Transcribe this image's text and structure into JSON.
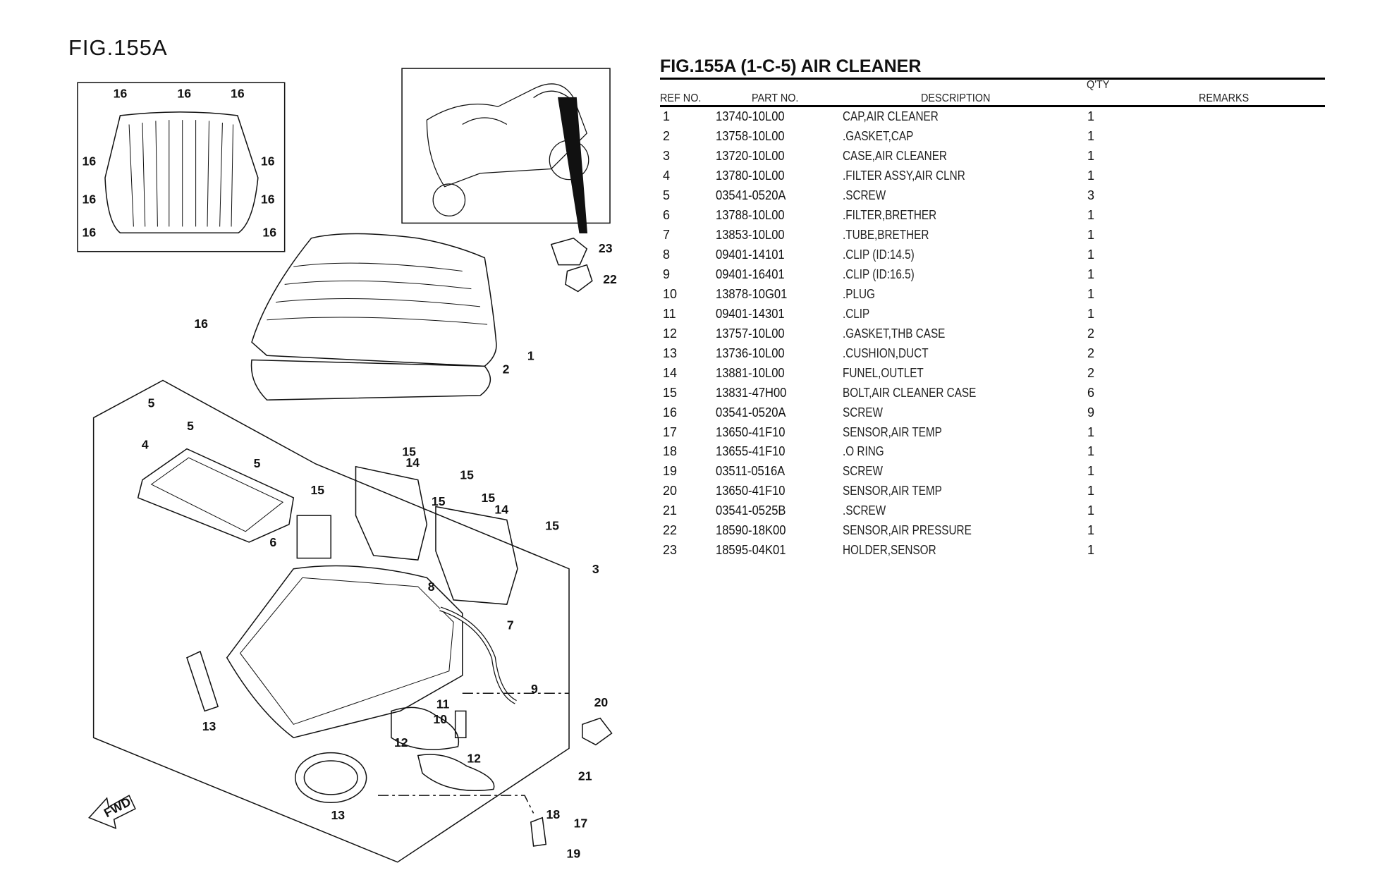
{
  "figure_label": "FIG.155A",
  "table": {
    "title": "FIG.155A (1-C-5) AIR CLEANER",
    "headers": {
      "ref": "REF NO.",
      "part": "PART NO.",
      "description": "DESCRIPTION",
      "qty": "Q'TY",
      "remarks": "REMARKS"
    },
    "rows": [
      {
        "ref": "1",
        "part": "13740-10L00",
        "desc": "CAP,AIR CLEANER",
        "qty": "1"
      },
      {
        "ref": "2",
        "part": "13758-10L00",
        "desc": ".GASKET,CAP",
        "qty": "1"
      },
      {
        "ref": "3",
        "part": "13720-10L00",
        "desc": "CASE,AIR CLEANER",
        "qty": "1"
      },
      {
        "ref": "4",
        "part": "13780-10L00",
        "desc": ".FILTER ASSY,AIR CLNR",
        "qty": "1"
      },
      {
        "ref": "5",
        "part": "03541-0520A",
        "desc": ".SCREW",
        "qty": "3"
      },
      {
        "ref": "6",
        "part": "13788-10L00",
        "desc": ".FILTER,BRETHER",
        "qty": "1"
      },
      {
        "ref": "7",
        "part": "13853-10L00",
        "desc": ".TUBE,BRETHER",
        "qty": "1"
      },
      {
        "ref": "8",
        "part": "09401-14101",
        "desc": ".CLIP (ID:14.5)",
        "qty": "1"
      },
      {
        "ref": "9",
        "part": "09401-16401",
        "desc": ".CLIP (ID:16.5)",
        "qty": "1"
      },
      {
        "ref": "10",
        "part": "13878-10G01",
        "desc": ".PLUG",
        "qty": "1"
      },
      {
        "ref": "11",
        "part": "09401-14301",
        "desc": ".CLIP",
        "qty": "1"
      },
      {
        "ref": "12",
        "part": "13757-10L00",
        "desc": ".GASKET,THB CASE",
        "qty": "2"
      },
      {
        "ref": "13",
        "part": "13736-10L00",
        "desc": ".CUSHION,DUCT",
        "qty": "2"
      },
      {
        "ref": "14",
        "part": "13881-10L00",
        "desc": "FUNEL,OUTLET",
        "qty": "2"
      },
      {
        "ref": "15",
        "part": "13831-47H00",
        "desc": "BOLT,AIR CLEANER CASE",
        "qty": "6"
      },
      {
        "ref": "16",
        "part": "03541-0520A",
        "desc": "SCREW",
        "qty": "9"
      },
      {
        "ref": "17",
        "part": "13650-41F10",
        "desc": "SENSOR,AIR TEMP",
        "qty": "1"
      },
      {
        "ref": "18",
        "part": "13655-41F10",
        "desc": ".O RING",
        "qty": "1"
      },
      {
        "ref": "19",
        "part": "03511-0516A",
        "desc": "SCREW",
        "qty": "1"
      },
      {
        "ref": "20",
        "part": "13650-41F10",
        "desc": "SENSOR,AIR TEMP",
        "qty": "1"
      },
      {
        "ref": "21",
        "part": "03541-0525B",
        "desc": ".SCREW",
        "qty": "1"
      },
      {
        "ref": "22",
        "part": "18590-18K00",
        "desc": "SENSOR,AIR PRESSURE",
        "qty": "1"
      },
      {
        "ref": "23",
        "part": "18595-04K01",
        "desc": "HOLDER,SENSOR",
        "qty": "1"
      }
    ]
  },
  "diagram": {
    "fwd_label": "FWD",
    "callouts": [
      "16",
      "16",
      "16",
      "16",
      "16",
      "16",
      "16",
      "16",
      "16",
      "16",
      "23",
      "22",
      "1",
      "2",
      "5",
      "5",
      "5",
      "4",
      "15",
      "15",
      "15",
      "15",
      "15",
      "15",
      "14",
      "14",
      "6",
      "3",
      "8",
      "7",
      "9",
      "20",
      "11",
      "10",
      "12",
      "12",
      "13",
      "13",
      "21",
      "18",
      "17",
      "19"
    ]
  }
}
